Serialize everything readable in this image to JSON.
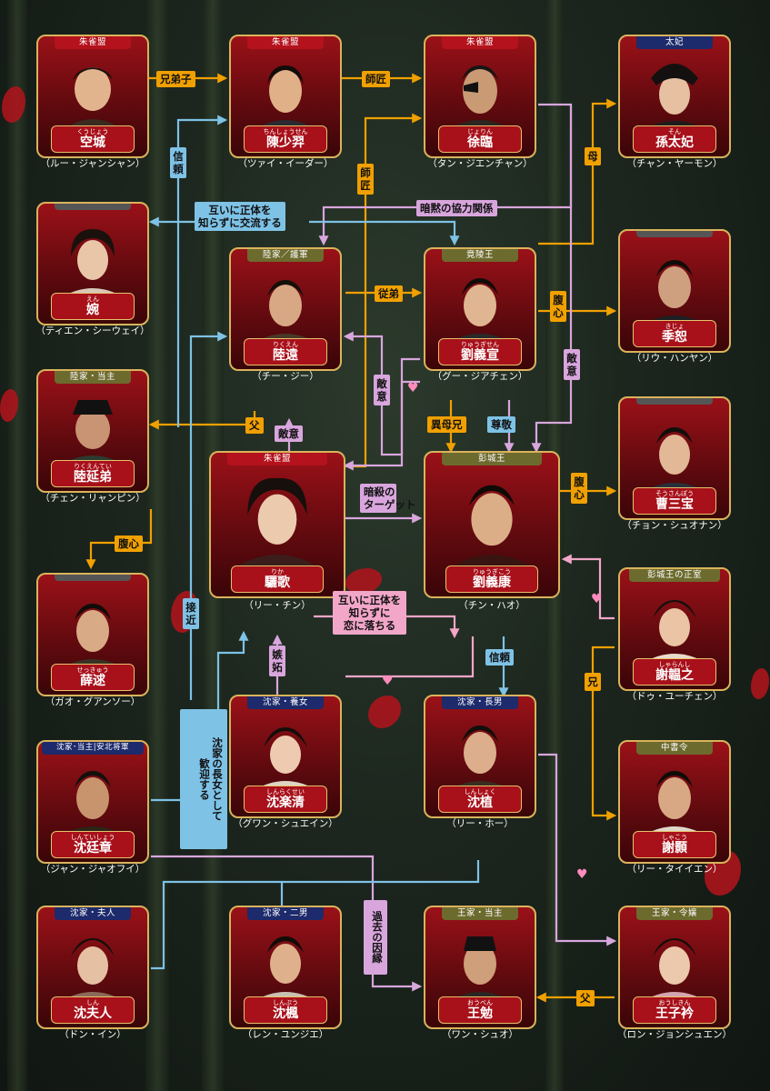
{
  "characters": [
    {
      "id": "kujo",
      "role": "朱雀盟",
      "role_color": "red",
      "ruby": "くうじょう",
      "name": "空城",
      "actor": "（ルー・ジャンシャン）"
    },
    {
      "id": "chin",
      "role": "朱雀盟",
      "role_color": "red",
      "ruby": "ちんしょうせん",
      "name": "陳少羿",
      "actor": "（ツァイ・イーダー）"
    },
    {
      "id": "jorin",
      "role": "朱雀盟",
      "role_color": "red",
      "ruby": "じょりん",
      "name": "徐臨",
      "actor": "（タン・ジエンチャン）"
    },
    {
      "id": "son",
      "role": "太妃",
      "role_color": "navy",
      "ruby": "そん",
      "name": "孫太妃",
      "actor": "（チャン・ヤーモン）"
    },
    {
      "id": "en",
      "role": "",
      "role_color": "gray",
      "ruby": "えん",
      "name": "婉",
      "actor": "（ティエン・シーウェイ）"
    },
    {
      "id": "rikuen",
      "role": "陸家／護軍",
      "role_color": "olive",
      "ruby": "りくえん",
      "name": "陸遠",
      "actor": "（チー・ジー）"
    },
    {
      "id": "ryugisen",
      "role": "竟陵王",
      "role_color": "olive",
      "ruby": "りゅうぎせん",
      "name": "劉義宣",
      "actor": "（グー・ジアチェン）"
    },
    {
      "id": "kijo",
      "role": "",
      "role_color": "gray",
      "ruby": "きじょ",
      "name": "季恕",
      "actor": "（リウ・ハンヤン）"
    },
    {
      "id": "rikuentei",
      "role": "陸家・当主",
      "role_color": "olive",
      "ruby": "りくえんてい",
      "name": "陸延弟",
      "actor": "（チェン・リャンピン）"
    },
    {
      "id": "rika",
      "role": "朱雀盟",
      "role_color": "red",
      "ruby": "りか",
      "name": "驪歌",
      "actor": "（リー・チン）"
    },
    {
      "id": "ryugiko",
      "role": "彭城王",
      "role_color": "olive",
      "ruby": "りゅうぎこう",
      "name": "劉義康",
      "actor": "（チン・ハオ）"
    },
    {
      "id": "sosanpo",
      "role": "",
      "role_color": "gray",
      "ruby": "そうさんぽう",
      "name": "曹三宝",
      "actor": "（チョン・シュオナン）"
    },
    {
      "id": "settsu",
      "role": "",
      "role_color": "gray",
      "ruby": "せっきゅう",
      "name": "薛逑",
      "actor": "（ガオ・グアンソー）"
    },
    {
      "id": "shara",
      "role": "彭城王の正室",
      "role_color": "olive",
      "ruby": "しゃらんし",
      "name": "謝韞之",
      "actor": "（ドゥ・ユーチェン）"
    },
    {
      "id": "shinteisho",
      "role": "沈家･当主|安北将軍",
      "role_color": "navy",
      "ruby": "しんていしょう",
      "name": "沈廷章",
      "actor": "（ジャン・ジャオフイ）"
    },
    {
      "id": "shinrakusei",
      "role": "沈家・養女",
      "role_color": "navy",
      "ruby": "しんらくせい",
      "name": "沈楽清",
      "actor": "（グワン・シュエイン）"
    },
    {
      "id": "shinshoku",
      "role": "沈家・長男",
      "role_color": "navy",
      "ruby": "しんしょく",
      "name": "沈植",
      "actor": "（リー・ホー）"
    },
    {
      "id": "shako",
      "role": "中書令",
      "role_color": "olive",
      "ruby": "しゃこう",
      "name": "謝顥",
      "actor": "（リー・タイイエン）"
    },
    {
      "id": "shinfujin",
      "role": "沈家・夫人",
      "role_color": "navy",
      "ruby": "しん",
      "name": "沈夫人",
      "actor": "（ドン・イン）"
    },
    {
      "id": "shinpu",
      "role": "沈家・二男",
      "role_color": "navy",
      "ruby": "しんぷう",
      "name": "沈楓",
      "actor": "（レン・ユンジエ）"
    },
    {
      "id": "obin",
      "role": "王家・当主",
      "role_color": "olive",
      "ruby": "おうべん",
      "name": "王勉",
      "actor": "（ワン・シュオ）"
    },
    {
      "id": "oshikin",
      "role": "王家・令嬢",
      "role_color": "olive",
      "ruby": "おうしきん",
      "name": "王子衿",
      "actor": "（ロン・ジョンシュエン）"
    }
  ],
  "relations": {
    "kyodeishi": "兄弟子",
    "shisho1": "師匠",
    "shisho2": "師匠",
    "haha": "母",
    "shinrai1": "信頼",
    "koryu": "互いに正体を\n知らずに交流する",
    "anmoku": "暗黙の協力関係",
    "juntei": "従弟",
    "fukushin1": "腹心",
    "tekii1": "敵意",
    "tekii2": "敵意",
    "tekii3": "敵意",
    "chichi1": "父",
    "ibokei": "異母兄",
    "sonkei": "尊敬",
    "ansatsu": "暗殺の\nターゲット",
    "fukushin2": "腹心",
    "fukushin3": "腹心",
    "sekkin": "接近",
    "koi": "互いに正体を\n知らずに\n恋に落ちる",
    "shitto": "嫉妬",
    "shinrai2": "信頼",
    "ani": "兄",
    "kangei": "沈家の長女として\n歓迎する",
    "kako": "過去の因縁",
    "chichi2": "父"
  }
}
